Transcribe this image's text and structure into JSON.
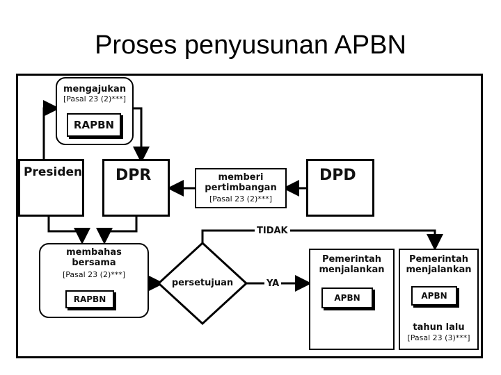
{
  "title": "Proses penyusunan APBN",
  "nodes": {
    "mengajukan": {
      "label": "mengajukan",
      "ref": "[Pasal 23 (2)***]",
      "doc": "RAPBN"
    },
    "presiden": {
      "label": "Presiden"
    },
    "dpr": {
      "label": "DPR"
    },
    "memberi": {
      "line1": "memberi",
      "line2": "pertimbangan",
      "ref": "[Pasal 23 (2)***]"
    },
    "dpd": {
      "label": "DPD"
    },
    "membahas": {
      "line1": "membahas",
      "line2": "bersama",
      "ref": "[Pasal 23 (2)***]",
      "doc": "RAPBN"
    },
    "persetujuan": {
      "label": "persetujuan"
    },
    "pemerintah1": {
      "line1": "Pemerintah",
      "line2": "menjalankan",
      "doc": "APBN"
    },
    "pemerintah2": {
      "line1": "Pemerintah",
      "line2": "menjalankan",
      "doc": "APBN",
      "line3": "tahun lalu",
      "ref": "[Pasal 23 (3)***]"
    }
  },
  "edges": {
    "ya": "YA",
    "tidak": "TIDAK"
  }
}
